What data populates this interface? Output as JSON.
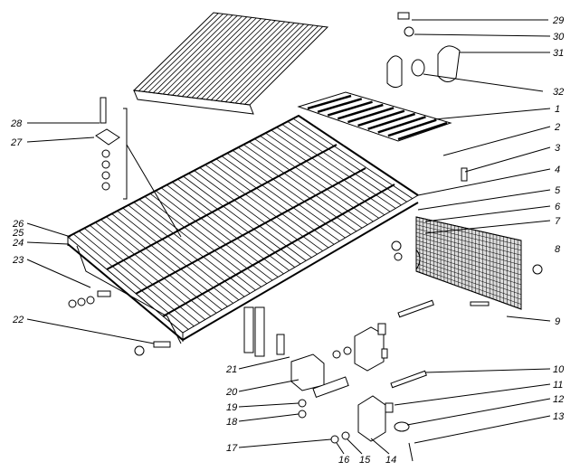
{
  "diagram": {
    "type": "exploded-assembly-drawing",
    "part_labels": {
      "p1": "1",
      "p2": "2",
      "p3": "3",
      "p4": "4",
      "p5": "5",
      "p6": "6",
      "p7": "7",
      "p8": "8",
      "p9": "9",
      "p10": "10",
      "p11": "11",
      "p12": "12",
      "p13": "13",
      "p14": "14",
      "p15": "15",
      "p16": "16",
      "p17": "17",
      "p18": "18",
      "p19": "19",
      "p20": "20",
      "p21": "21",
      "p22": "22",
      "p23": "23",
      "p24": "24",
      "p25": "25",
      "p26": "26",
      "p27": "27",
      "p28": "28",
      "p29": "29",
      "p30": "30",
      "p31": "31",
      "p32": "32"
    },
    "colors": {
      "line": "#000000",
      "background": "#ffffff"
    }
  }
}
